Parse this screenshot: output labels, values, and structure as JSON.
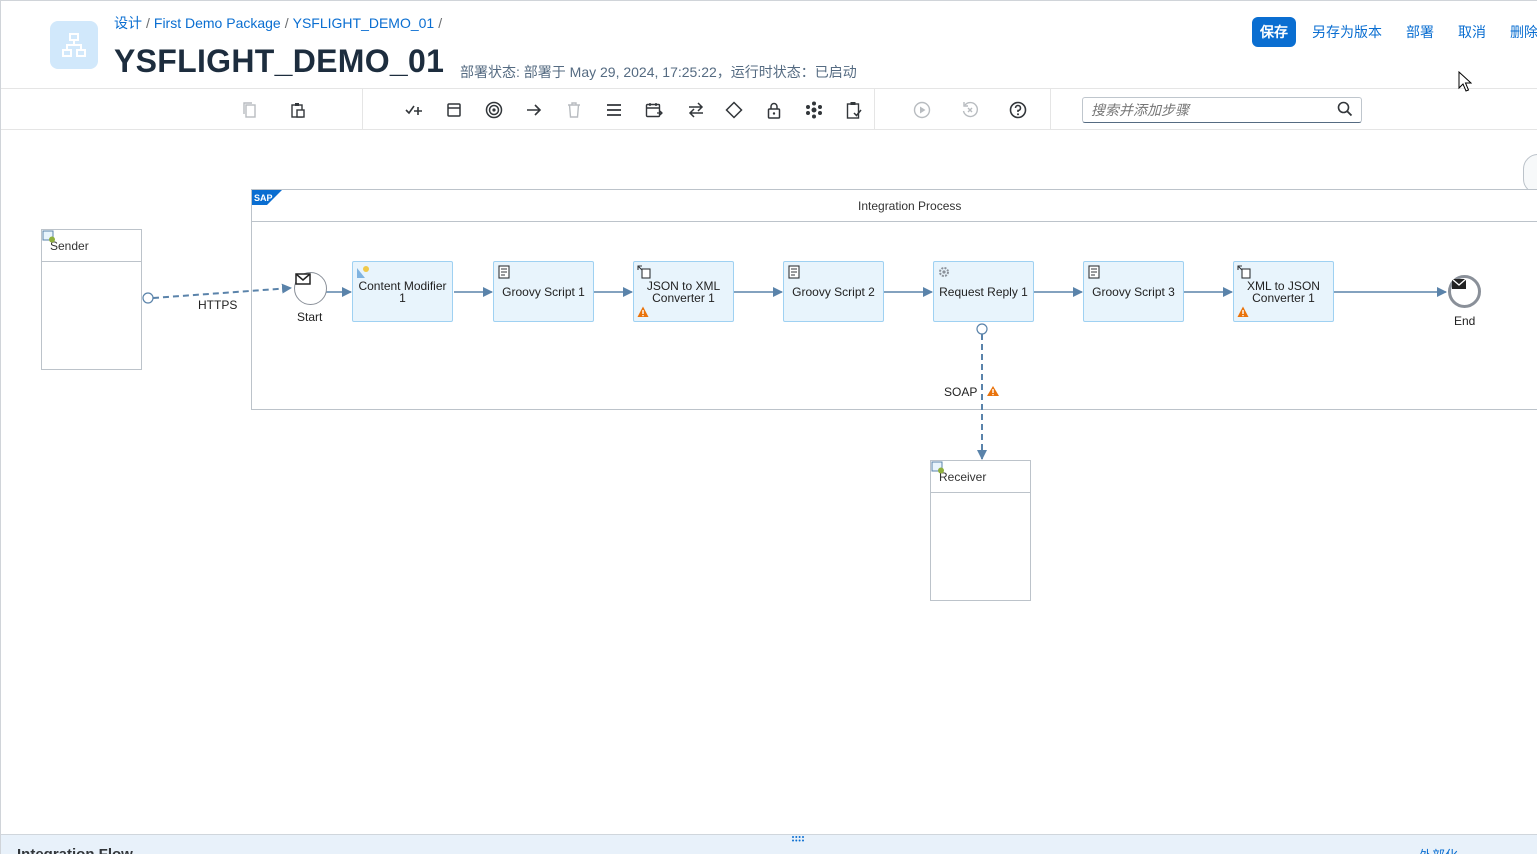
{
  "breadcrumb": {
    "items": [
      "设计",
      "First Demo Package",
      "YSFLIGHT_DEMO_01"
    ],
    "separator": "/"
  },
  "header": {
    "title": "YSFLIGHT_DEMO_01",
    "status": "部署状态: 部署于 May 29, 2024, 17:25:22，运行时状态：已启动",
    "actions": {
      "save": "保存",
      "save_as_version": "另存为版本",
      "deploy": "部署",
      "cancel": "取消",
      "delete": "删除"
    }
  },
  "toolbar": {
    "search_placeholder": "搜索并添加步骤",
    "icons": [
      "copy-icon",
      "paste-icon",
      "participants-icon",
      "process-icon",
      "events-icon",
      "connector-icon",
      "delete-icon",
      "menu-icon",
      "call-icon",
      "message-transformers-icon",
      "routing-icon",
      "security-icon",
      "persistence-icon",
      "validator-icon",
      "simulation-start-icon",
      "simulation-clear-icon",
      "help-icon"
    ]
  },
  "canvas": {
    "sender": {
      "label": "Sender"
    },
    "receiver": {
      "label": "Receiver"
    },
    "process": {
      "title": "Integration Process",
      "brand": "SAP"
    },
    "start_event": {
      "label": "Start"
    },
    "end_event": {
      "label": "End"
    },
    "steps": [
      {
        "id": "cm1",
        "label": "Content Modifier 1",
        "icon": "content-modifier-icon",
        "warning": false
      },
      {
        "id": "gs1",
        "label": "Groovy Script 1",
        "icon": "script-icon",
        "warning": false
      },
      {
        "id": "j2x",
        "label": "JSON to XML Converter 1",
        "icon": "converter-icon",
        "warning": true
      },
      {
        "id": "gs2",
        "label": "Groovy Script 2",
        "icon": "script-icon",
        "warning": false
      },
      {
        "id": "rr1",
        "label": "Request Reply 1",
        "icon": "gear-icon",
        "warning": false
      },
      {
        "id": "gs3",
        "label": "Groovy Script 3",
        "icon": "script-icon",
        "warning": false
      },
      {
        "id": "x2j",
        "label": "XML to JSON Converter 1",
        "icon": "converter-icon",
        "warning": true
      }
    ],
    "sender_channel": "HTTPS",
    "receiver_channel": "SOAP",
    "colors": {
      "flow": "#5a83aa",
      "step_fill": "#e8f4fc",
      "step_border": "#9fd1f2",
      "warning": "#e9730c",
      "accent": "#0a6ed1"
    }
  },
  "bottom_panel": {
    "title": "Integration Flow",
    "link": "外部化"
  }
}
